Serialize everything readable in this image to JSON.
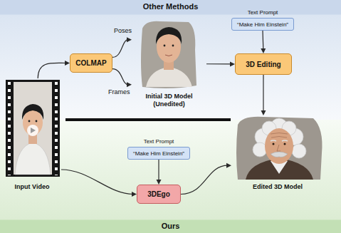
{
  "diagram": {
    "nodes": [
      {
        "text": [
          "Other Methods"
        ]
      },
      {
        "text": [
          "COLMAP"
        ],
        "in": 0
      },
      {
        "text": [
          "Initial 3D Model (Unedited)"
        ],
        "in": 0
      },
      {
        "text": [
          "Text Prompt",
          "“Make Him Einstein”"
        ],
        "in": 0
      },
      {
        "text": [
          "3D Editing"
        ],
        "in": 0
      },
      {
        "text": [
          "Input Video"
        ]
      },
      {
        "text": [
          "Edited 3D Model"
        ]
      },
      {
        "text": [
          "Ours"
        ]
      },
      {
        "text": [
          "Text Prompt",
          "“Make Him Einstein”"
        ],
        "in": 7
      },
      {
        "text": [
          "3DEgo"
        ],
        "in": 7
      }
    ],
    "edges": [
      {
        "from": 5,
        "to": 1,
        "arrow": "to"
      },
      {
        "from": 1,
        "to": 2,
        "label": "Poses",
        "arrow": "to"
      },
      {
        "from": 1,
        "to": 2,
        "label": "Frames",
        "arrow": "to"
      },
      {
        "from": 2,
        "to": 4,
        "arrow": "to"
      },
      {
        "from": 3,
        "to": 4,
        "arrow": "to"
      },
      {
        "from": 4,
        "to": 6,
        "arrow": "to"
      },
      {
        "from": 5,
        "to": 9,
        "arrow": "to"
      },
      {
        "from": 8,
        "to": 9,
        "arrow": "to"
      },
      {
        "from": 9,
        "to": 6,
        "arrow": "to"
      }
    ]
  }
}
